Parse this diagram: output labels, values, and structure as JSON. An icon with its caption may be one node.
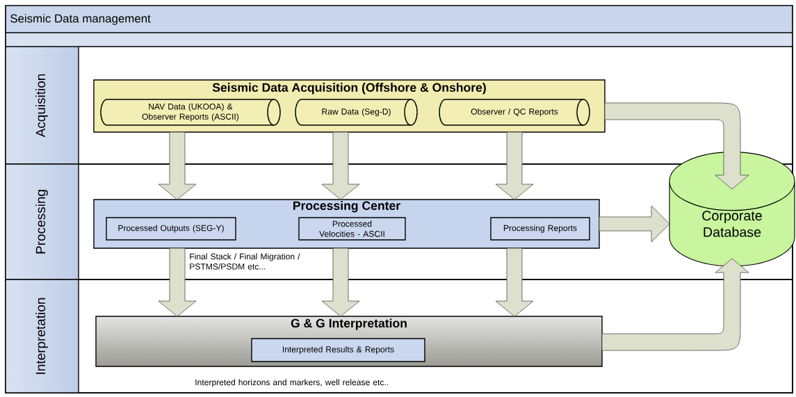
{
  "diagram": {
    "nodes": [
      {
        "text": [
          "Seismic Data management"
        ]
      },
      {
        "text": [
          "Acquisition"
        ],
        "in": 0
      },
      {
        "text": [
          "Seismic Data Acquisition (Offshore & Onshore)"
        ],
        "in": 1
      },
      {
        "text": [
          "NAV Data (UKOOA) & Observer Reports (ASCII)"
        ],
        "in": 2
      },
      {
        "text": [
          "Raw Data (Seg-D)"
        ],
        "in": 2
      },
      {
        "text": [
          "Observer / QC Reports"
        ],
        "in": 2
      },
      {
        "text": [
          "Processing"
        ],
        "in": 0
      },
      {
        "text": [
          "Processing Center"
        ],
        "in": 6,
        "beside": [
          "Final Stack / Final Migration / PSTMS/PSDM etc..."
        ]
      },
      {
        "text": [
          "Processed Outputs (SEG-Y)"
        ],
        "in": 7
      },
      {
        "text": [
          "Processed Velocities - ASCII"
        ],
        "in": 7
      },
      {
        "text": [
          "Processing Reports"
        ],
        "in": 7
      },
      {
        "text": [
          "Interpretation"
        ],
        "in": 0
      },
      {
        "text": [
          "G & G Interpretation"
        ],
        "in": 11,
        "beside": [
          "Interpreted horizons and markers, well release etc.."
        ]
      },
      {
        "text": [
          "Interpreted Results & Reports"
        ],
        "in": 12
      },
      {
        "text": [
          "Corporate Database"
        ],
        "in": 6
      }
    ],
    "edges": [
      {
        "from": 2,
        "to": 7,
        "arrow": "to"
      },
      {
        "from": 2,
        "to": 7,
        "arrow": "to"
      },
      {
        "from": 2,
        "to": 7,
        "arrow": "to"
      },
      {
        "from": 7,
        "to": 12,
        "arrow": "to"
      },
      {
        "from": 7,
        "to": 12,
        "arrow": "to"
      },
      {
        "from": 7,
        "to": 12,
        "arrow": "to"
      },
      {
        "from": 2,
        "to": 14,
        "arrow": "to"
      },
      {
        "from": 7,
        "to": 14,
        "arrow": "to"
      },
      {
        "from": 12,
        "to": 14,
        "arrow": "to"
      }
    ]
  }
}
